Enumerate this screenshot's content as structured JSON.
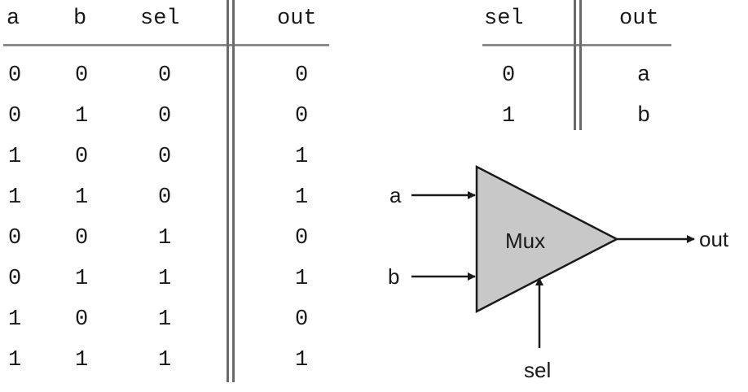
{
  "truth_table": {
    "headers": [
      "a",
      "b",
      "sel",
      "out"
    ],
    "rows": [
      [
        "0",
        "0",
        "0",
        "0"
      ],
      [
        "0",
        "1",
        "0",
        "0"
      ],
      [
        "1",
        "0",
        "0",
        "1"
      ],
      [
        "1",
        "1",
        "0",
        "1"
      ],
      [
        "0",
        "0",
        "1",
        "0"
      ],
      [
        "0",
        "1",
        "1",
        "1"
      ],
      [
        "1",
        "0",
        "1",
        "0"
      ],
      [
        "1",
        "1",
        "1",
        "1"
      ]
    ]
  },
  "sel_table": {
    "headers": [
      "sel",
      "out"
    ],
    "rows": [
      [
        "0",
        "a"
      ],
      [
        "1",
        "b"
      ]
    ]
  },
  "mux": {
    "label": "Mux",
    "input_a": "a",
    "input_b": "b",
    "select": "sel",
    "output": "out",
    "fill_color": "#c8c8c8"
  }
}
